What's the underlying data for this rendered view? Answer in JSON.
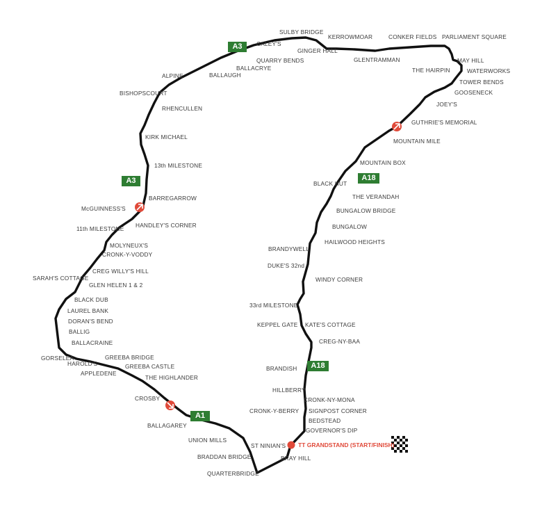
{
  "colors": {
    "track": "#111111",
    "marker": "#e04a3a",
    "road_sign": "#2e7d32",
    "label_text": "#3a3a3a"
  },
  "road_signs": [
    "A3",
    "A3",
    "A18",
    "A18",
    "A1"
  ],
  "start_finish": "TT GRANDSTAND (START/FINISH)",
  "labels": [
    "SULBY BRIDGE",
    "KERROWMOAR",
    "CONKER FIELDS",
    "PARLIAMENT SQUARE",
    "CALEY'S",
    "GINGER HALL",
    "GLENTRAMMAN",
    "QUARRY BENDS",
    "BALLACRYE",
    "BALLAUGH",
    "ALPINE",
    "MAY HILL",
    "THE HAIRPIN",
    "WATERWORKS",
    "TOWER BENDS",
    "GOOSENECK",
    "BISHOPSCOURT",
    "JOEY'S",
    "RHENCULLEN",
    "GUTHRIE'S MEMORIAL",
    "KIRK MICHAEL",
    "MOUNTAIN MILE",
    "MOUNTAIN BOX",
    "13th MILESTONE",
    "BLACK HUT",
    "THE VERANDAH",
    "BARREGARROW",
    "BUNGALOW BRIDGE",
    "McGUINNESS'S",
    "HANDLEY'S CORNER",
    "BUNGALOW",
    "11th MILESTONE",
    "HAILWOOD HEIGHTS",
    "MOLYNEUX'S",
    "BRANDYWELL",
    "CRONK-Y-VODDY",
    "DUKE'S 32nd",
    "CREG WILLY'S HILL",
    "SARAH'S COTTAGE",
    "WINDY CORNER",
    "GLEN HELEN 1 & 2",
    "33rd MILESTONE",
    "BLACK DUB",
    "LAUREL BANK",
    "KEPPEL GATE",
    "KATE'S COTTAGE",
    "DORAN'S BEND",
    "BALLIG",
    "CREG-NY-BAA",
    "BALLACRAINE",
    "GORSELEA",
    "GREEBA BRIDGE",
    "HAROLD'S",
    "GREEBA CASTLE",
    "BRANDISH",
    "APPLEDENE",
    "THE HIGHLANDER",
    "HILLBERRY",
    "CRONK-NY-MONA",
    "CROSBY",
    "CRONK-Y-BERRY",
    "SIGNPOST CORNER",
    "BEDSTEAD",
    "BALLAGAREY",
    "GOVERNOR'S DIP",
    "UNION MILLS",
    "ST NINIAN'S",
    "BRADDAN BRIDGE",
    "BRAY HILL",
    "QUARTERBRIDGE"
  ]
}
